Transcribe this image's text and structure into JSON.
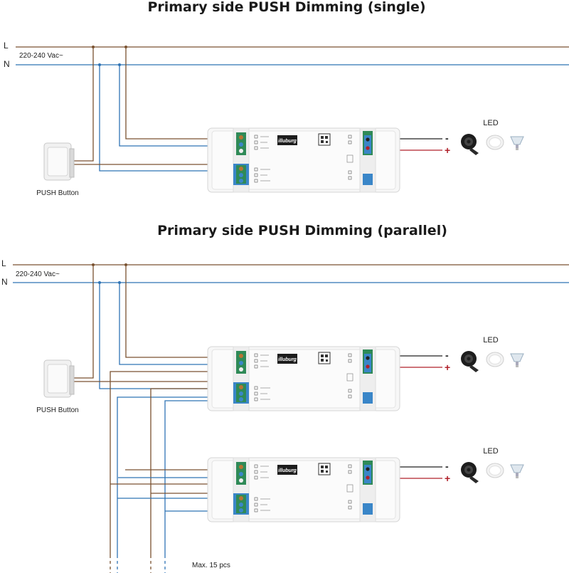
{
  "sections": [
    {
      "title": "Primary side PUSH Dimming (single)",
      "line_L": "L",
      "line_N": "N",
      "voltage": "220-240 Vac~",
      "push_label": "PUSH Button",
      "led_label": "LED",
      "minus": "-",
      "plus": "+"
    },
    {
      "title": "Primary side PUSH Dimming (parallel)",
      "line_L": "L",
      "line_N": "N",
      "voltage": "220-240 Vac~",
      "push_label": "PUSH Button",
      "led_label": "LED",
      "led_label_2": "LED",
      "minus": "-",
      "plus": "+",
      "max_note": "Max. 15 pcs"
    }
  ],
  "driver": {
    "brand": "illuburg"
  },
  "colors": {
    "live": "#7a5230",
    "neutral": "#2f74b5",
    "minus": "#222222",
    "plus": "#b0202a",
    "terminal_green": "#2f8a57",
    "terminal_blue": "#3a86c8"
  }
}
